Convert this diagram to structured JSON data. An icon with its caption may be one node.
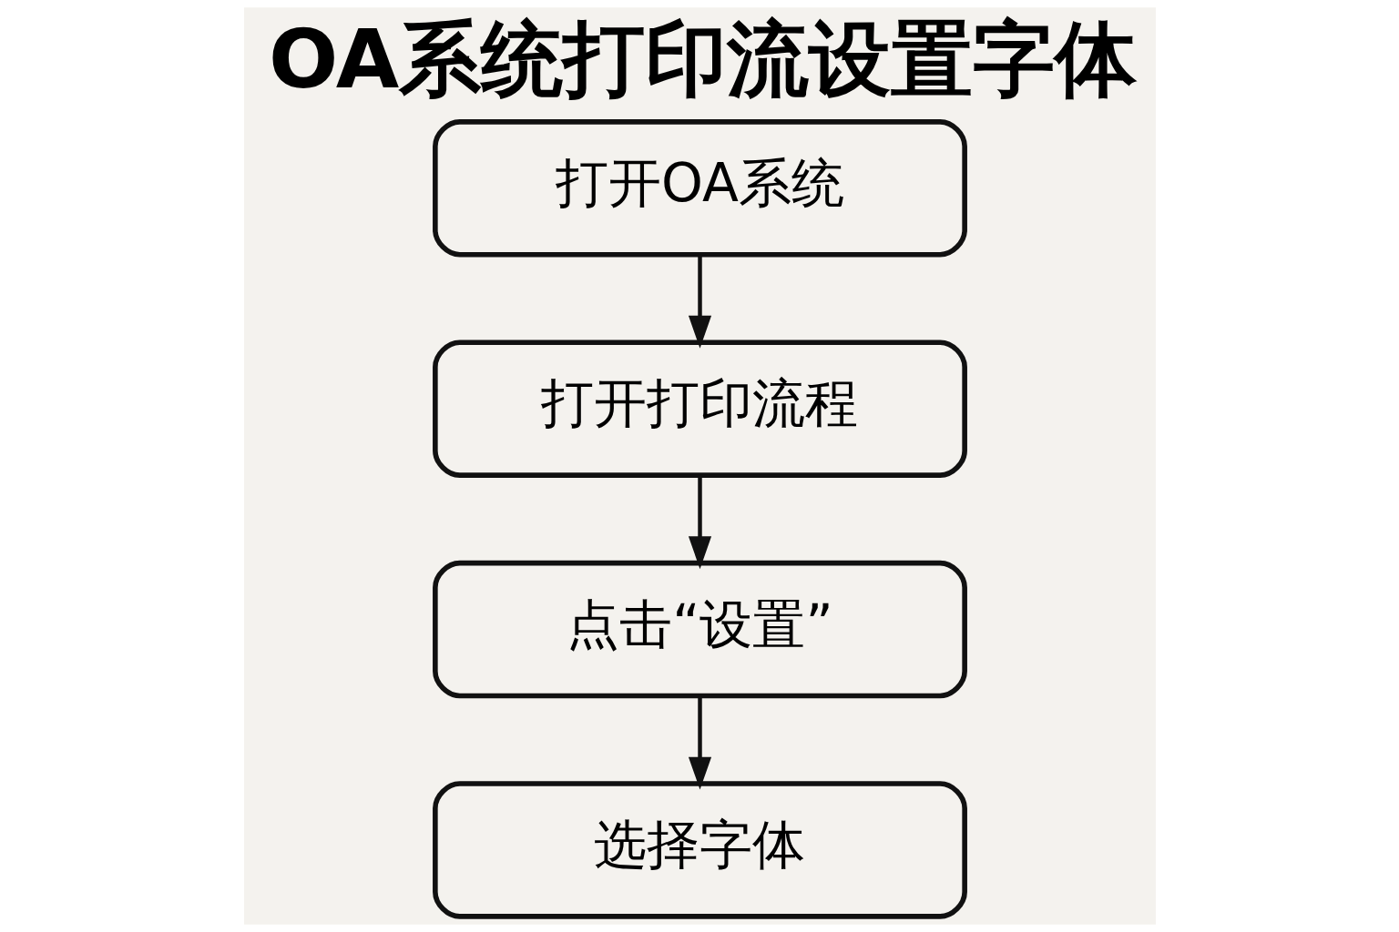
{
  "diagram": {
    "title": "OA系统打印流设置字体",
    "nodes": [
      {
        "text": [
          "打开OA系统"
        ]
      },
      {
        "text": [
          "打开打印流程"
        ]
      },
      {
        "text": [
          "点击“设置”"
        ]
      },
      {
        "text": [
          "选择字体"
        ]
      }
    ],
    "edges": [
      {
        "from": 0,
        "to": 1,
        "arrow": "to"
      },
      {
        "from": 1,
        "to": 2,
        "arrow": "to"
      },
      {
        "from": 2,
        "to": 3,
        "arrow": "to"
      }
    ]
  }
}
